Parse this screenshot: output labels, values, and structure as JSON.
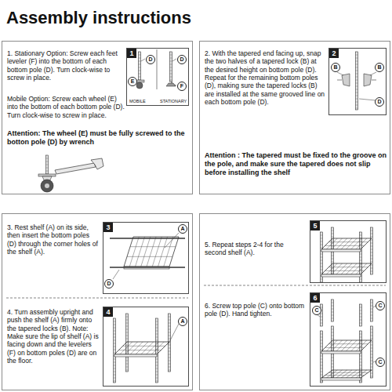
{
  "diagram": {
    "title": "Assembly instructions",
    "nodes": [
      {
        "text": [
          "1. Stationary Option: Screw each feet leveler (F) into the bottom of each bottom pole (D). Turn clock-wise to screw in place.",
          "Mobile Option: Screw each wheel (E) into the bottom of each bottom pole (D). Turn clock-wise to screw in place.",
          "Attention: The wheel (E) must be fully screwed to the botton pole (D) by wrench"
        ]
      },
      {
        "text": [
          "1",
          "MOBILE",
          "STATIONARY"
        ],
        "in": 0
      },
      {
        "text": [
          "2. With the tapered end facing up, snap the two halves of a tapered lock (B) at the desired height on bottom pole (D). Repeat for the remaining bottom poles (D), making sure the tapered locks (B) are installed at the same grooved line on each bottom pole (D).",
          "Attention : The tapered must be fixed to the groove on the pole, and make sure the tapered does not slip before installing the shelf"
        ]
      },
      {
        "text": [
          "2"
        ],
        "in": 2
      },
      {
        "text": [
          "3. Rest shelf (A) on its side, then insert the bottom poles (D) through the corner holes of the shelf (A).",
          "4. Turn assembly upright and push the shelf (A) firmly onto the tapered locks (B). Note: Make sure the lip of shelf (A) is facing down and the levelers (F) on bottom poles (D) are on the floor."
        ]
      },
      {
        "text": [
          "3"
        ],
        "in": 4
      },
      {
        "text": [
          "4"
        ],
        "in": 4
      },
      {
        "text": [
          "5. Repeat steps 2-4 for the second shelf (A).",
          "6. Screw top pole (C) onto bottom pole (D). Hand tighten."
        ]
      },
      {
        "text": [
          "5"
        ],
        "in": 7
      },
      {
        "text": [
          "6"
        ],
        "in": 7
      }
    ],
    "labels": [
      "D",
      "E",
      "D",
      "F",
      "B",
      "B",
      "D",
      "A",
      "D",
      "A",
      "C",
      "C",
      "C"
    ]
  }
}
